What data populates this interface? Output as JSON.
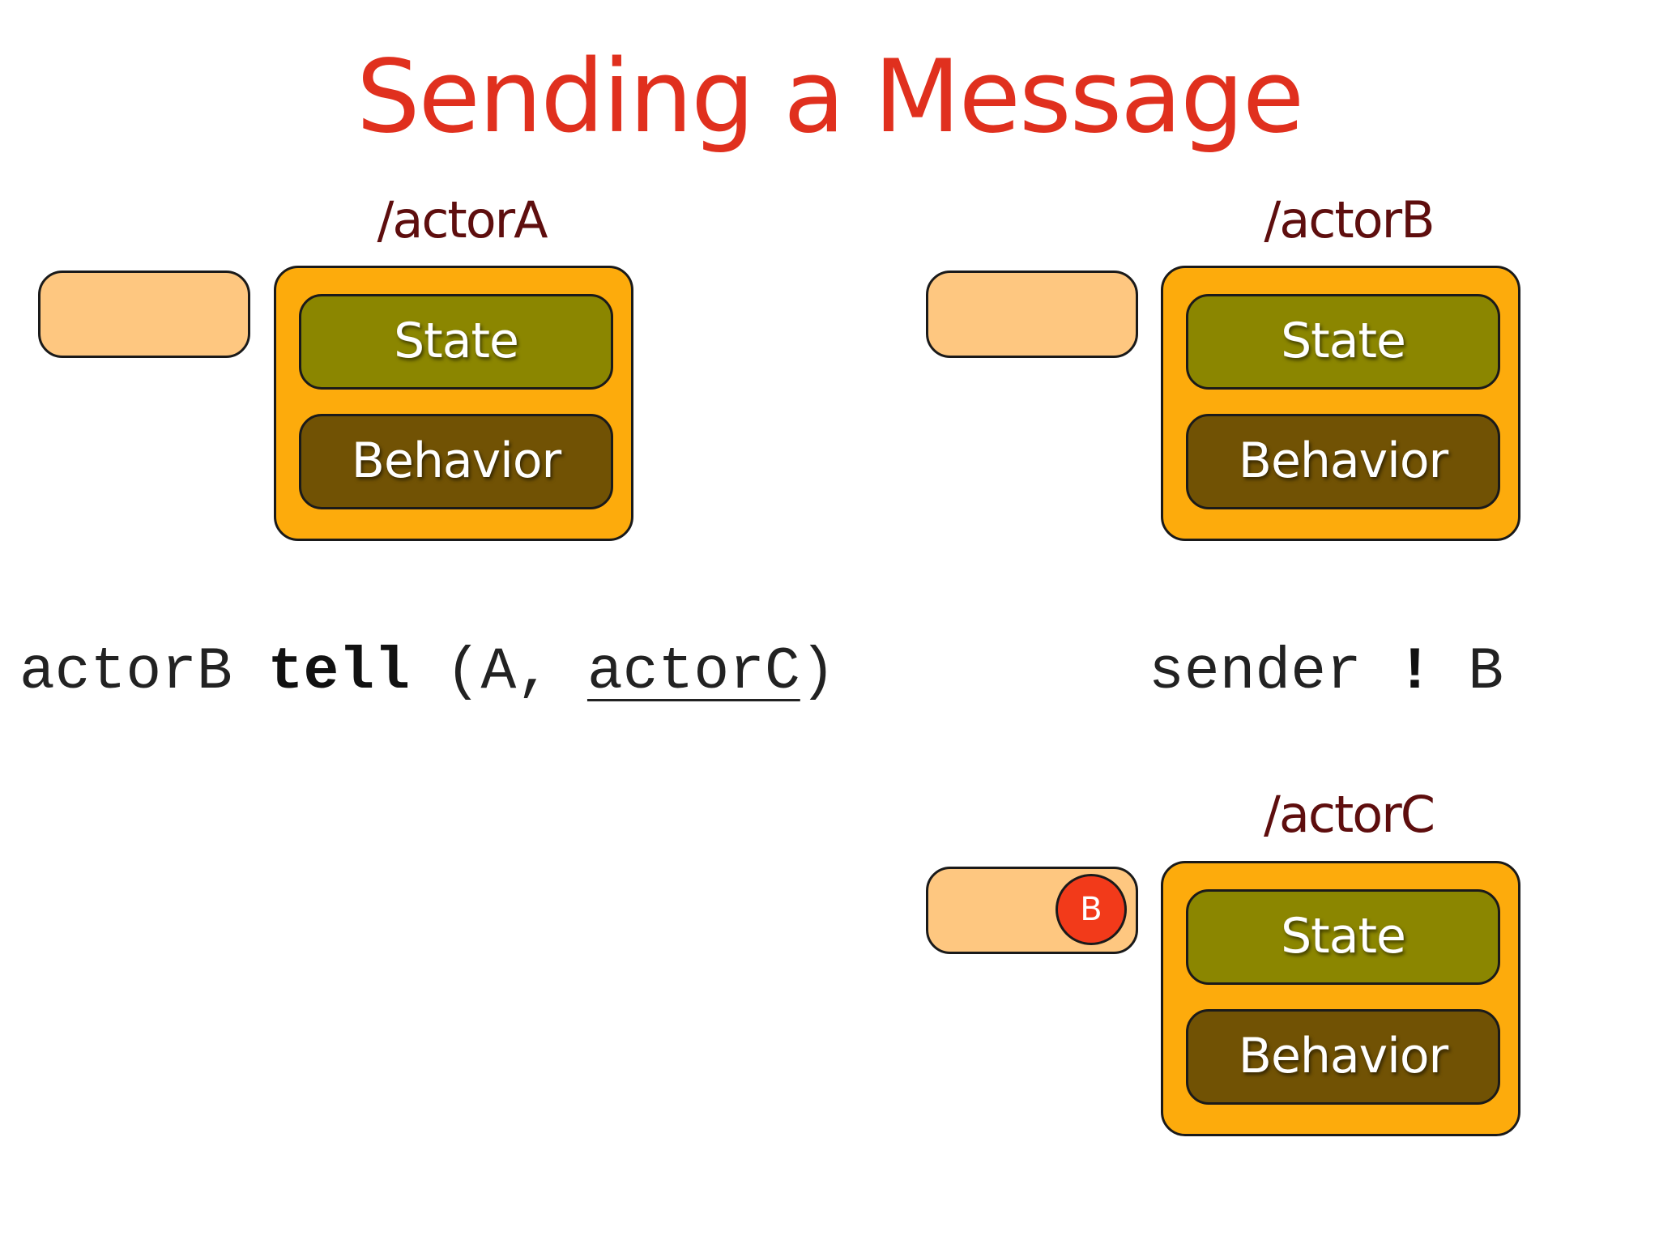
{
  "title": "Sending a Message",
  "actors": [
    {
      "label": "/actorA",
      "state": "State",
      "behavior": "Behavior"
    },
    {
      "label": "/actorB",
      "state": "State",
      "behavior": "Behavior"
    },
    {
      "label": "/actorC",
      "state": "State",
      "behavior": "Behavior",
      "mailbox_message": "B"
    }
  ],
  "code_left": {
    "target": "actorB",
    "method": "tell",
    "open": "(A,",
    "arg": "actorC",
    "close": ")"
  },
  "code_right": {
    "sender": "sender",
    "op": "!",
    "msg": "B"
  },
  "colors": {
    "title": "#e0301e",
    "label": "#5e0e0e",
    "mailbox": "#fec780",
    "actor": "#fdab0c",
    "state": "#8b8600",
    "behavior": "#715204",
    "message": "#f23a1a"
  }
}
